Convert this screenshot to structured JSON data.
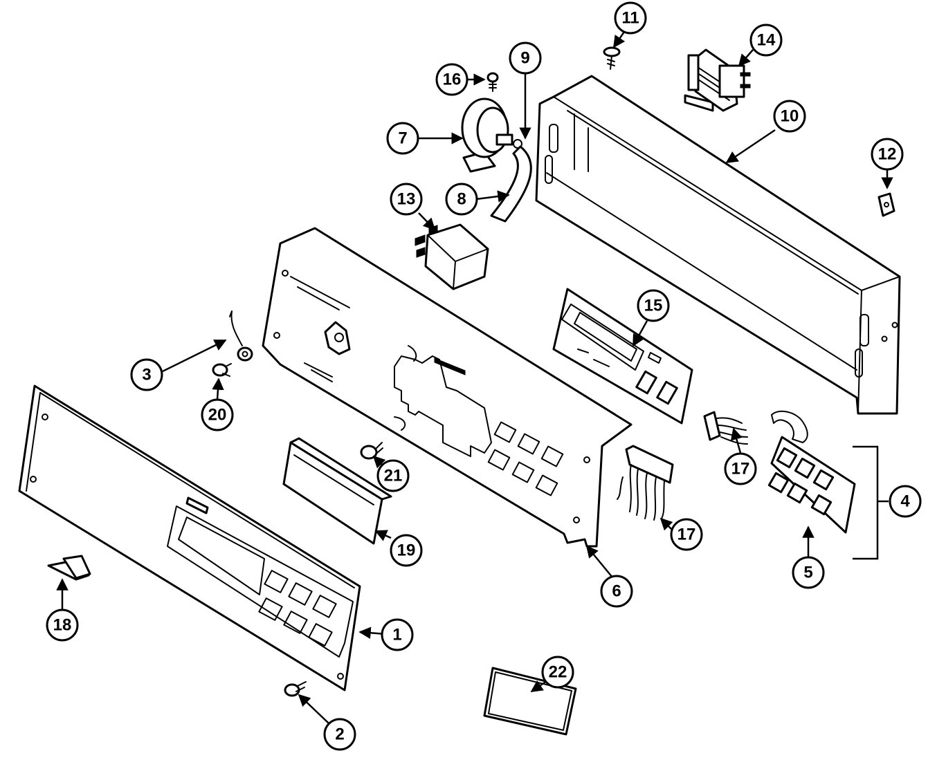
{
  "callouts": [
    {
      "id": "1",
      "label": "1"
    },
    {
      "id": "2",
      "label": "2"
    },
    {
      "id": "3",
      "label": "3"
    },
    {
      "id": "4",
      "label": "4"
    },
    {
      "id": "5",
      "label": "5"
    },
    {
      "id": "6",
      "label": "6"
    },
    {
      "id": "7",
      "label": "7"
    },
    {
      "id": "8",
      "label": "8"
    },
    {
      "id": "9",
      "label": "9"
    },
    {
      "id": "10",
      "label": "10"
    },
    {
      "id": "11",
      "label": "11"
    },
    {
      "id": "12",
      "label": "12"
    },
    {
      "id": "13",
      "label": "13"
    },
    {
      "id": "14",
      "label": "14"
    },
    {
      "id": "15",
      "label": "15"
    },
    {
      "id": "16",
      "label": "16"
    },
    {
      "id": "17a",
      "label": "17"
    },
    {
      "id": "17b",
      "label": "17"
    },
    {
      "id": "18",
      "label": "18"
    },
    {
      "id": "19",
      "label": "19"
    },
    {
      "id": "20",
      "label": "20"
    },
    {
      "id": "21",
      "label": "21"
    },
    {
      "id": "22",
      "label": "22"
    }
  ]
}
